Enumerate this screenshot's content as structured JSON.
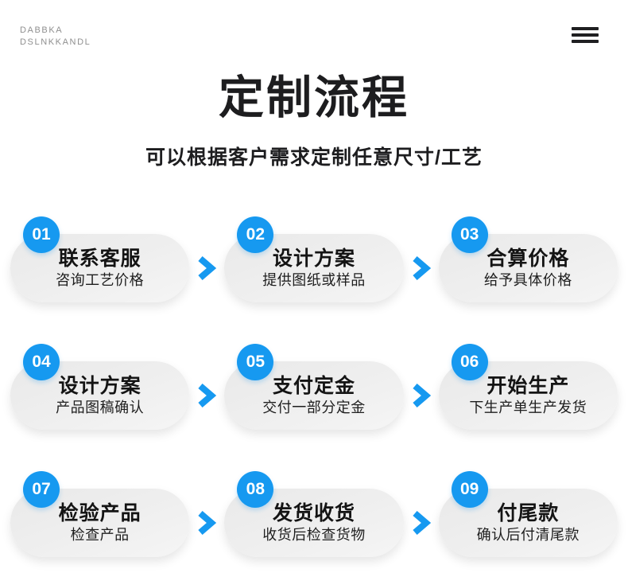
{
  "header": {
    "logo_line1": "DABBKA",
    "logo_line2": "DSLNKKANDL"
  },
  "hero": {
    "title": "定制流程",
    "subtitle": "可以根据客户需求定制任意尺寸/工艺"
  },
  "colors": {
    "accent_blue": "#1699f0",
    "card_background": "#ededed",
    "heading_text": "#1d1d1f",
    "logo_gray": "#8f8f8f"
  },
  "icons": {
    "menu": "hamburger-menu",
    "step_separator": "chevron-right"
  },
  "steps": [
    {
      "number": "01",
      "title": "联系客服",
      "subtitle": "咨询工艺价格"
    },
    {
      "number": "02",
      "title": "设计方案",
      "subtitle": "提供图纸或样品"
    },
    {
      "number": "03",
      "title": "合算价格",
      "subtitle": "给予具体价格"
    },
    {
      "number": "04",
      "title": "设计方案",
      "subtitle": "产品图稿确认"
    },
    {
      "number": "05",
      "title": "支付定金",
      "subtitle": "交付一部分定金"
    },
    {
      "number": "06",
      "title": "开始生产",
      "subtitle": "下生产单生产发货"
    },
    {
      "number": "07",
      "title": "检验产品",
      "subtitle": "检查产品"
    },
    {
      "number": "08",
      "title": "发货收货",
      "subtitle": "收货后检查货物"
    },
    {
      "number": "09",
      "title": "付尾款",
      "subtitle": "确认后付清尾款"
    }
  ]
}
